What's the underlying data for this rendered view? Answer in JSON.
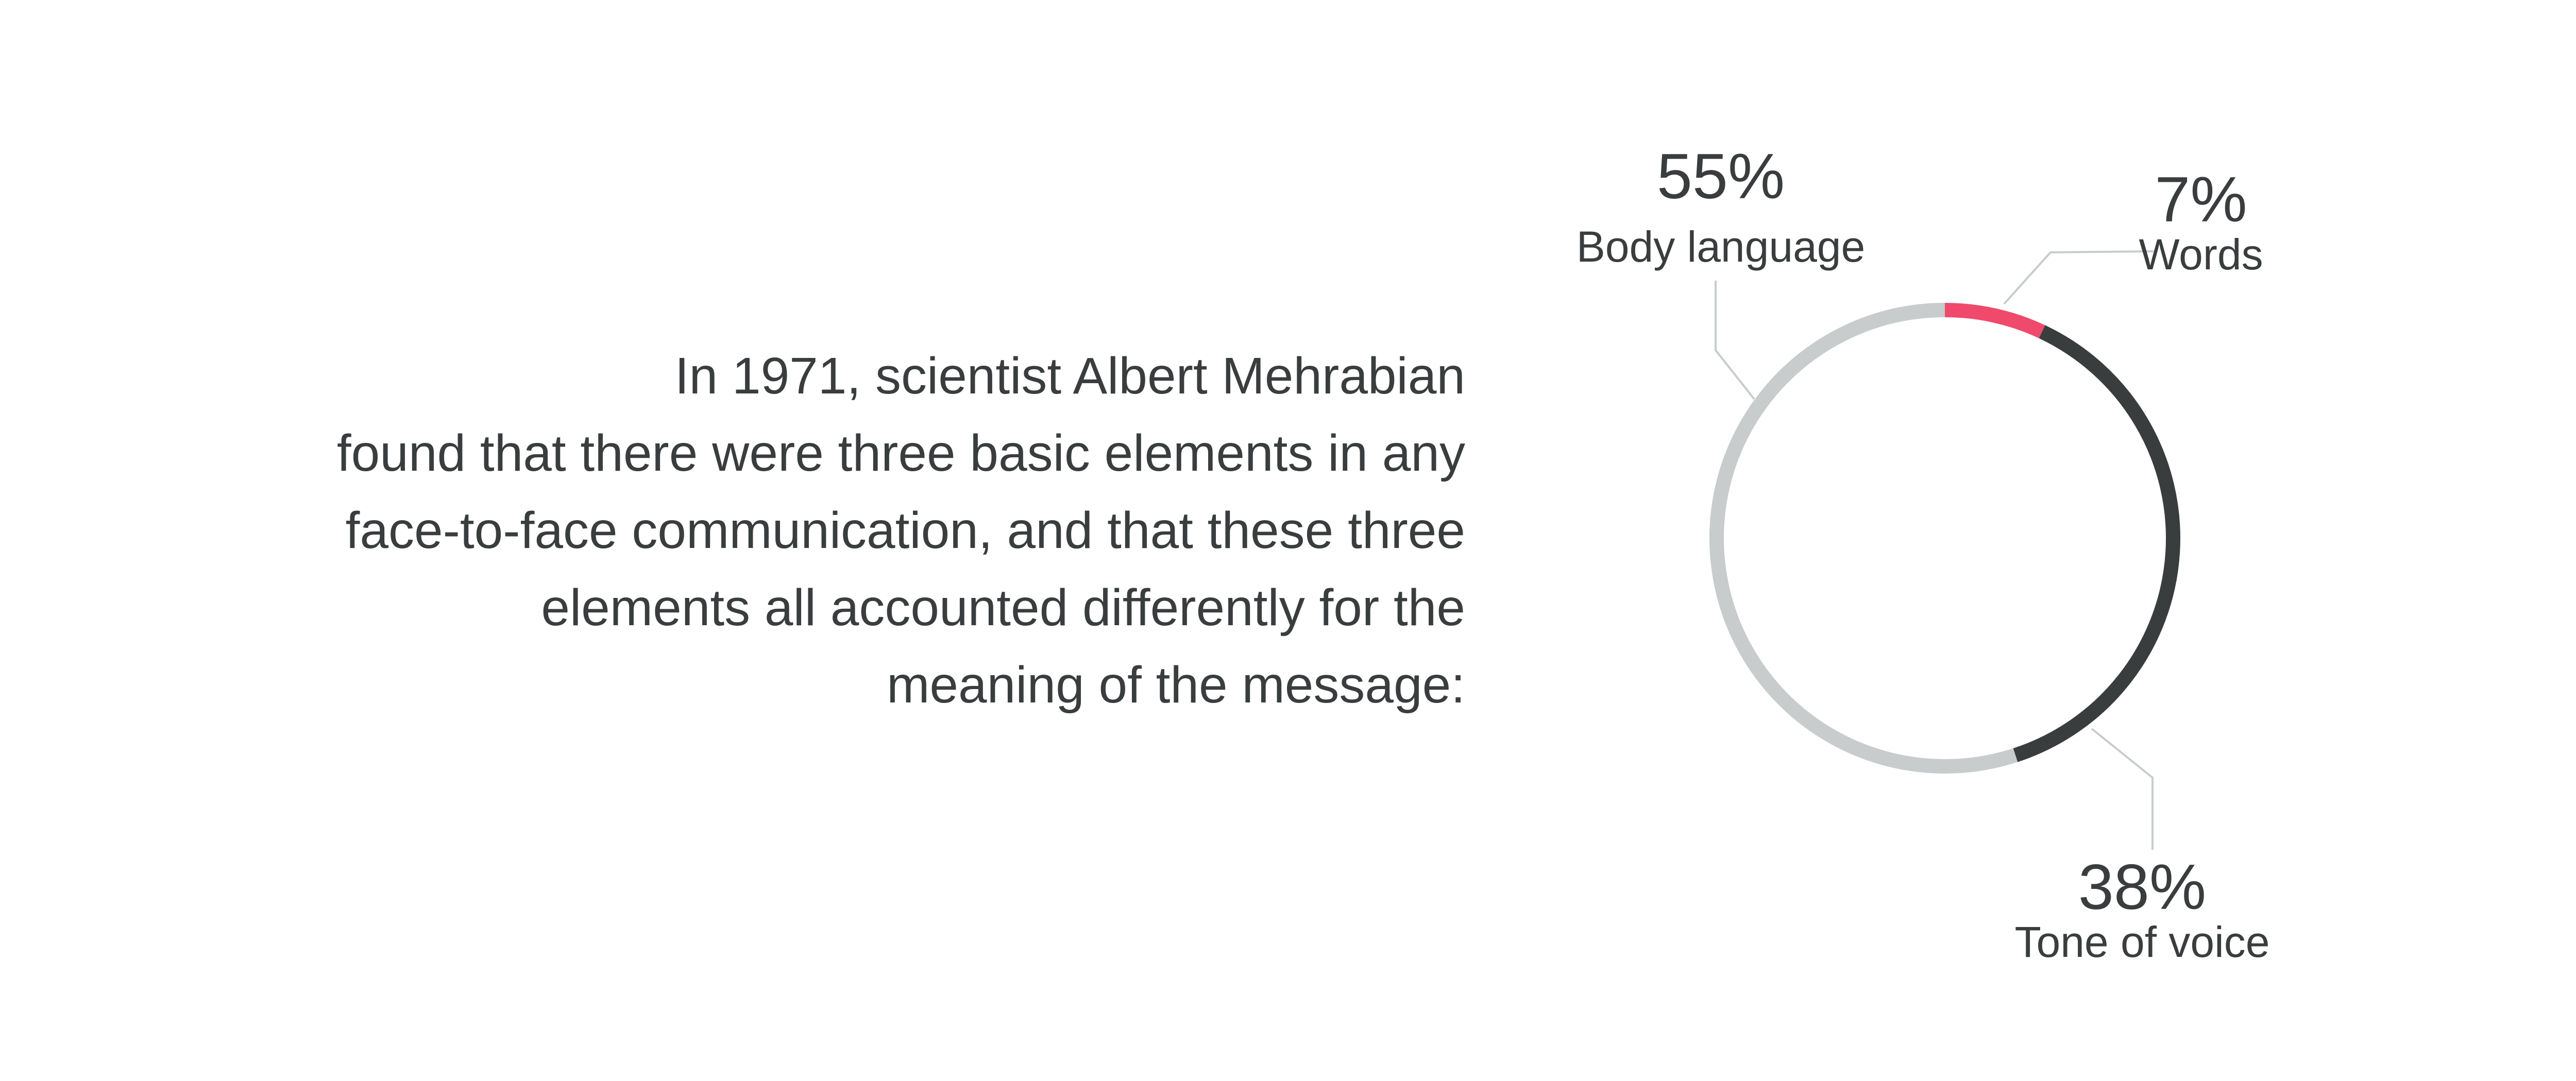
{
  "intro_lines": [
    "In 1971, scientist Albert Mehrabian",
    "found that there were three basic elements in any",
    "face-to-face communication, and that these three",
    "elements all accounted differently for the",
    "meaning of the message:"
  ],
  "chart_data": {
    "type": "pie",
    "style": "donut-ring",
    "start_angle": "top, clockwise",
    "slices": [
      {
        "percent_label": "7%",
        "label": "Words",
        "value": 7,
        "color": "#ef4a6b"
      },
      {
        "percent_label": "38%",
        "label": "Tone of voice",
        "value": 38,
        "color": "#3a3d3e"
      },
      {
        "percent_label": "55%",
        "label": "Body language",
        "value": 55,
        "color": "#c8cccc"
      }
    ]
  }
}
